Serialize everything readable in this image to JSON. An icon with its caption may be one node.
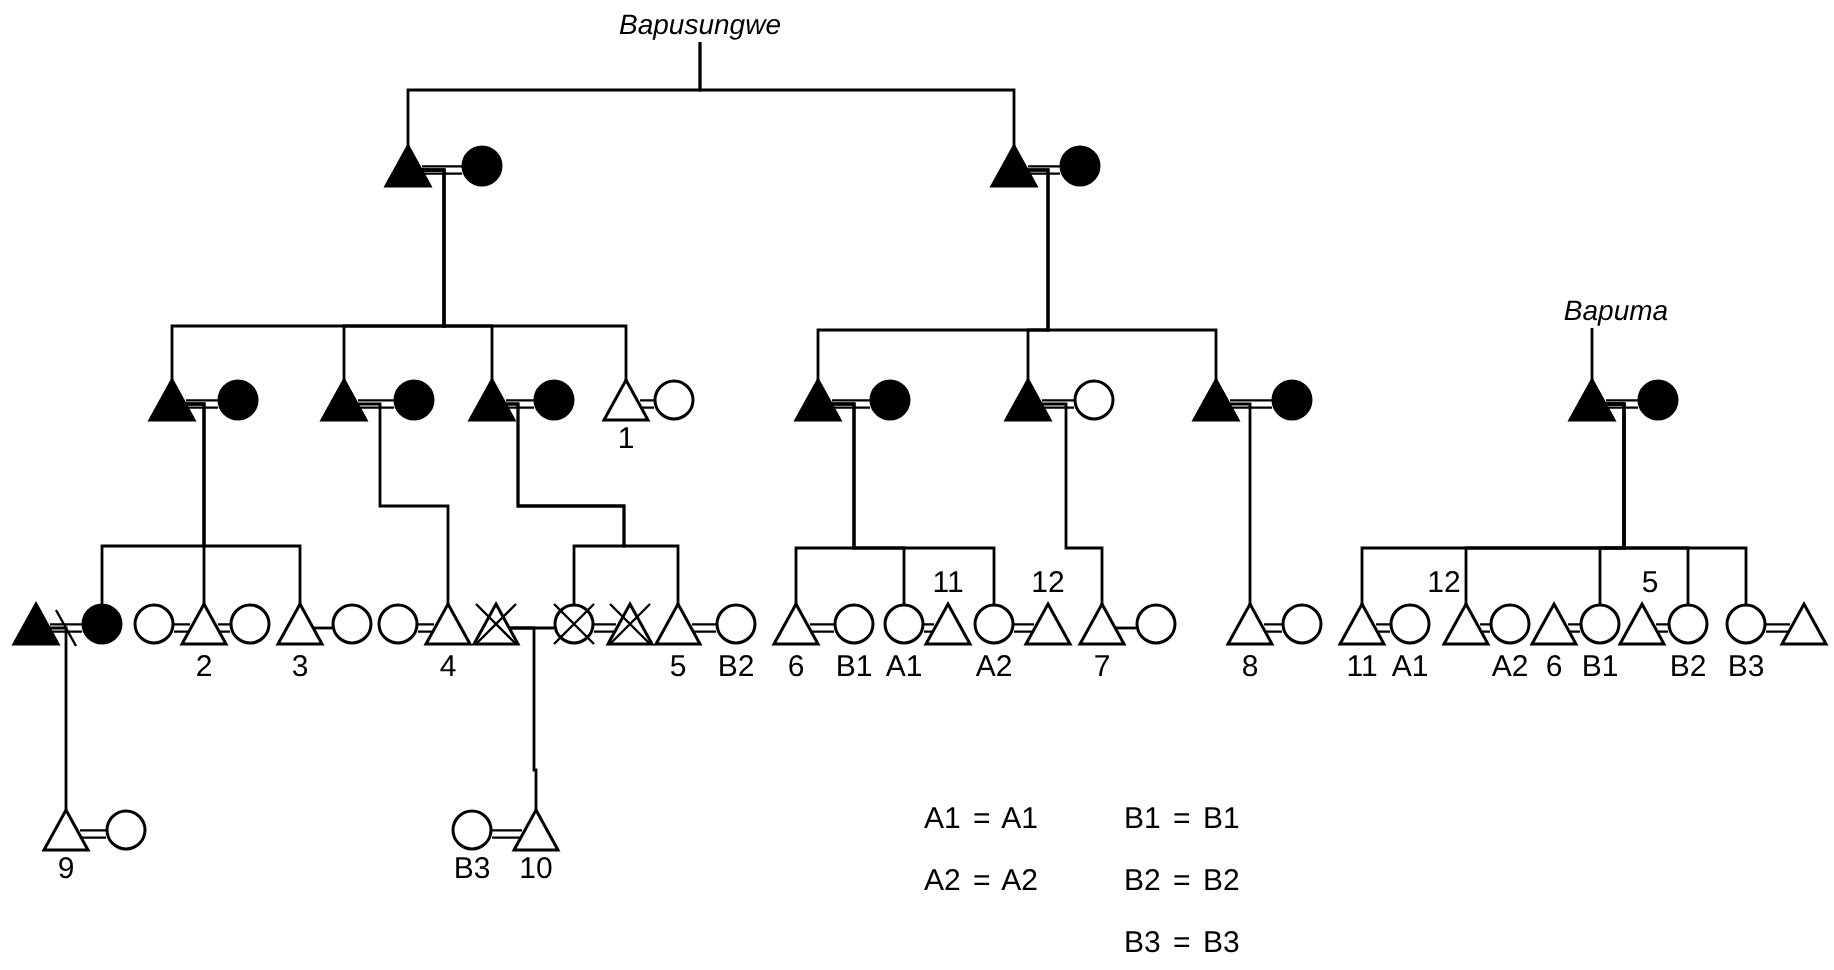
{
  "diagram": {
    "nodes": [
      {
        "text": [
          "Bapusungwe"
        ]
      },
      {
        "text": [],
        "shape": "triangle"
      },
      {
        "text": [],
        "shape": "circle"
      },
      {
        "text": [],
        "shape": "triangle"
      },
      {
        "text": [],
        "shape": "circle"
      },
      {
        "text": [],
        "shape": "triangle"
      },
      {
        "text": [],
        "shape": "circle"
      },
      {
        "text": [],
        "shape": "triangle"
      },
      {
        "text": [],
        "shape": "circle"
      },
      {
        "text": [],
        "shape": "triangle"
      },
      {
        "text": [],
        "shape": "circle"
      },
      {
        "text": [],
        "shape": "triangle",
        "beside": [
          "1"
        ]
      },
      {
        "text": [],
        "shape": "circle"
      },
      {
        "text": [],
        "shape": "triangle"
      },
      {
        "text": [],
        "shape": "circle"
      },
      {
        "text": [],
        "shape": "triangle"
      },
      {
        "text": [],
        "shape": "circle"
      },
      {
        "text": [],
        "shape": "triangle"
      },
      {
        "text": [],
        "shape": "circle"
      },
      {
        "text": [
          "Bapuma"
        ]
      },
      {
        "text": [],
        "shape": "triangle"
      },
      {
        "text": [],
        "shape": "circle"
      },
      {
        "text": [],
        "shape": "triangle"
      },
      {
        "text": [],
        "shape": "circle"
      },
      {
        "text": [],
        "shape": "circle"
      },
      {
        "text": [],
        "shape": "triangle",
        "beside": [
          "2"
        ]
      },
      {
        "text": [],
        "shape": "circle"
      },
      {
        "text": [],
        "shape": "triangle",
        "beside": [
          "3"
        ]
      },
      {
        "text": [],
        "shape": "circle"
      },
      {
        "text": [],
        "shape": "circle"
      },
      {
        "text": [],
        "shape": "triangle",
        "beside": [
          "4"
        ]
      },
      {
        "text": [],
        "shape": "triangle"
      },
      {
        "text": [],
        "shape": "circle"
      },
      {
        "text": [],
        "shape": "triangle"
      },
      {
        "text": [],
        "shape": "triangle",
        "beside": [
          "5"
        ]
      },
      {
        "text": [],
        "shape": "circle",
        "beside": [
          "B2"
        ]
      },
      {
        "text": [],
        "shape": "triangle",
        "beside": [
          "6"
        ]
      },
      {
        "text": [],
        "shape": "circle",
        "beside": [
          "B1"
        ]
      },
      {
        "text": [],
        "shape": "circle",
        "beside": [
          "A1"
        ]
      },
      {
        "text": [],
        "shape": "triangle",
        "beside": [
          "11"
        ]
      },
      {
        "text": [],
        "shape": "circle",
        "beside": [
          "A2"
        ]
      },
      {
        "text": [],
        "shape": "triangle",
        "beside": [
          "12"
        ]
      },
      {
        "text": [],
        "shape": "triangle",
        "beside": [
          "7"
        ]
      },
      {
        "text": [],
        "shape": "circle"
      },
      {
        "text": [],
        "shape": "triangle",
        "beside": [
          "8"
        ]
      },
      {
        "text": [],
        "shape": "circle"
      },
      {
        "text": [],
        "shape": "triangle",
        "beside": [
          "11"
        ]
      },
      {
        "text": [],
        "shape": "circle",
        "beside": [
          "A1"
        ]
      },
      {
        "text": [],
        "shape": "triangle",
        "beside": [
          "12"
        ]
      },
      {
        "text": [],
        "shape": "circle",
        "beside": [
          "A2"
        ]
      },
      {
        "text": [],
        "shape": "triangle",
        "beside": [
          "6"
        ]
      },
      {
        "text": [],
        "shape": "circle",
        "beside": [
          "B1"
        ]
      },
      {
        "text": [],
        "shape": "triangle",
        "beside": [
          "5"
        ]
      },
      {
        "text": [],
        "shape": "circle",
        "beside": [
          "B2"
        ]
      },
      {
        "text": [],
        "shape": "circle",
        "beside": [
          "B3"
        ]
      },
      {
        "text": [],
        "shape": "triangle"
      },
      {
        "text": [],
        "shape": "triangle",
        "beside": [
          "9"
        ]
      },
      {
        "text": [],
        "shape": "circle"
      },
      {
        "text": [],
        "shape": "circle",
        "beside": [
          "B3"
        ]
      },
      {
        "text": [],
        "shape": "triangle",
        "beside": [
          "10"
        ]
      }
    ],
    "edges": [
      {
        "from": 0,
        "to": 1,
        "arrow": "none"
      },
      {
        "from": 0,
        "to": 3,
        "arrow": "none"
      },
      {
        "from": 1,
        "to": 2,
        "arrow": "none"
      },
      {
        "from": 3,
        "to": 4,
        "arrow": "none"
      },
      {
        "from": 1,
        "to": 5,
        "arrow": "none"
      },
      {
        "from": 1,
        "to": 7,
        "arrow": "none"
      },
      {
        "from": 1,
        "to": 9,
        "arrow": "none"
      },
      {
        "from": 1,
        "to": 11,
        "arrow": "none"
      },
      {
        "from": 3,
        "to": 13,
        "arrow": "none"
      },
      {
        "from": 3,
        "to": 15,
        "arrow": "none"
      },
      {
        "from": 3,
        "to": 17,
        "arrow": "none"
      },
      {
        "from": 5,
        "to": 6,
        "arrow": "none"
      },
      {
        "from": 7,
        "to": 8,
        "arrow": "none"
      },
      {
        "from": 9,
        "to": 10,
        "arrow": "none"
      },
      {
        "from": 11,
        "to": 12,
        "arrow": "none"
      },
      {
        "from": 13,
        "to": 14,
        "arrow": "none"
      },
      {
        "from": 15,
        "to": 16,
        "arrow": "none"
      },
      {
        "from": 17,
        "to": 18,
        "arrow": "none"
      },
      {
        "from": 19,
        "to": 20,
        "arrow": "none"
      },
      {
        "from": 20,
        "to": 21,
        "arrow": "none"
      },
      {
        "from": 5,
        "to": 23,
        "arrow": "none"
      },
      {
        "from": 5,
        "to": 25,
        "arrow": "none"
      },
      {
        "from": 5,
        "to": 27,
        "arrow": "none"
      },
      {
        "from": 7,
        "to": 30,
        "arrow": "none"
      },
      {
        "from": 9,
        "to": 32,
        "arrow": "none"
      },
      {
        "from": 9,
        "to": 34,
        "arrow": "none"
      },
      {
        "from": 13,
        "to": 36,
        "arrow": "none"
      },
      {
        "from": 13,
        "to": 38,
        "arrow": "none"
      },
      {
        "from": 13,
        "to": 40,
        "arrow": "none"
      },
      {
        "from": 15,
        "to": 42,
        "arrow": "none"
      },
      {
        "from": 17,
        "to": 44,
        "arrow": "none"
      },
      {
        "from": 20,
        "to": 46,
        "arrow": "none"
      },
      {
        "from": 20,
        "to": 48,
        "arrow": "none"
      },
      {
        "from": 20,
        "to": 51,
        "arrow": "none"
      },
      {
        "from": 20,
        "to": 53,
        "arrow": "none"
      },
      {
        "from": 20,
        "to": 54,
        "arrow": "none"
      },
      {
        "from": 22,
        "to": 23,
        "arrow": "none"
      },
      {
        "from": 24,
        "to": 25,
        "arrow": "none"
      },
      {
        "from": 25,
        "to": 26,
        "arrow": "none"
      },
      {
        "from": 27,
        "to": 28,
        "arrow": "none"
      },
      {
        "from": 29,
        "to": 30,
        "arrow": "none"
      },
      {
        "from": 31,
        "to": 32,
        "arrow": "none"
      },
      {
        "from": 32,
        "to": 33,
        "arrow": "none"
      },
      {
        "from": 34,
        "to": 35,
        "arrow": "none"
      },
      {
        "from": 36,
        "to": 37,
        "arrow": "none"
      },
      {
        "from": 38,
        "to": 39,
        "arrow": "none"
      },
      {
        "from": 40,
        "to": 41,
        "arrow": "none"
      },
      {
        "from": 42,
        "to": 43,
        "arrow": "none"
      },
      {
        "from": 44,
        "to": 45,
        "arrow": "none"
      },
      {
        "from": 46,
        "to": 47,
        "arrow": "none"
      },
      {
        "from": 48,
        "to": 49,
        "arrow": "none"
      },
      {
        "from": 50,
        "to": 51,
        "arrow": "none"
      },
      {
        "from": 52,
        "to": 53,
        "arrow": "none"
      },
      {
        "from": 54,
        "to": 55,
        "arrow": "none"
      },
      {
        "from": 22,
        "to": 56,
        "arrow": "none"
      },
      {
        "from": 31,
        "to": 59,
        "arrow": "none"
      },
      {
        "from": 56,
        "to": 57,
        "arrow": "none"
      },
      {
        "from": 58,
        "to": 59,
        "arrow": "none"
      }
    ],
    "labels": [
      "A1 = A1",
      "B1 = B1",
      "A2 = A2",
      "B2 = B2",
      "B3 = B3"
    ]
  }
}
